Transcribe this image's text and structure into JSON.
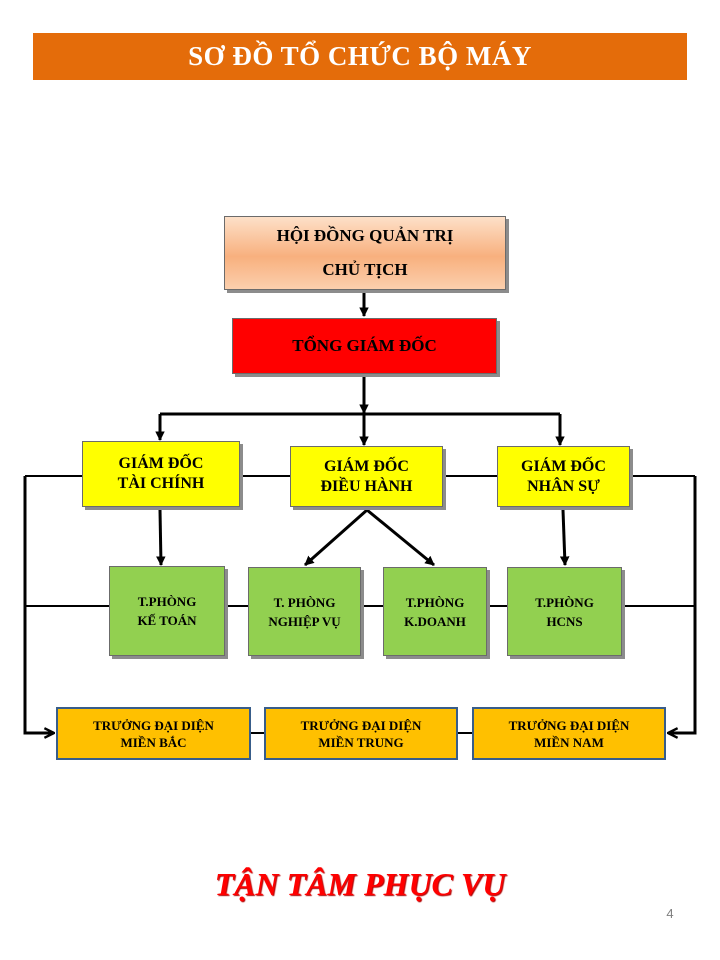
{
  "title": "SƠ ĐỒ TỔ CHỨC BỘ MÁY",
  "nodes": {
    "board": {
      "line1": "HỘI ĐỒNG QUẢN TRỊ",
      "line2": "CHỦ TỊCH"
    },
    "ceo": {
      "line1": "TỔNG GIÁM ĐỐC"
    },
    "cfo": {
      "line1": "GIÁM ĐỐC",
      "line2": "TÀI CHÍNH"
    },
    "coo": {
      "line1": "GIÁM ĐỐC",
      "line2": "ĐIỀU HÀNH"
    },
    "hr_director": {
      "line1": "GIÁM ĐỐC",
      "line2": "NHÂN SỰ"
    },
    "accounting": {
      "line1": "T.PHÒNG",
      "line2": "KẾ TOÁN"
    },
    "operations": {
      "line1": "T. PHÒNG",
      "line2": "NGHIỆP VỤ"
    },
    "business": {
      "line1": "T.PHÒNG",
      "line2": "K.DOANH"
    },
    "hcns": {
      "line1": "T.PHÒNG",
      "line2": "HCNS"
    },
    "rep_north": {
      "line1": "TRƯỞNG ĐẠI DIỆN",
      "line2": "MIỀN BẮC"
    },
    "rep_central": {
      "line1": "TRƯỞNG ĐẠI DIỆN",
      "line2": "MIỀN TRUNG"
    },
    "rep_south": {
      "line1": "TRƯỞNG ĐẠI DIỆN",
      "line2": "MIỀN NAM"
    }
  },
  "slogan": "TẬN TÂM PHỤC VỤ",
  "page_number": "4",
  "colors": {
    "title_bar": "#e46c0a",
    "ceo": "#ff0000",
    "directors": "#ffff00",
    "departments": "#92d050",
    "representatives": "#ffc000",
    "slogan": "#ff0000"
  }
}
